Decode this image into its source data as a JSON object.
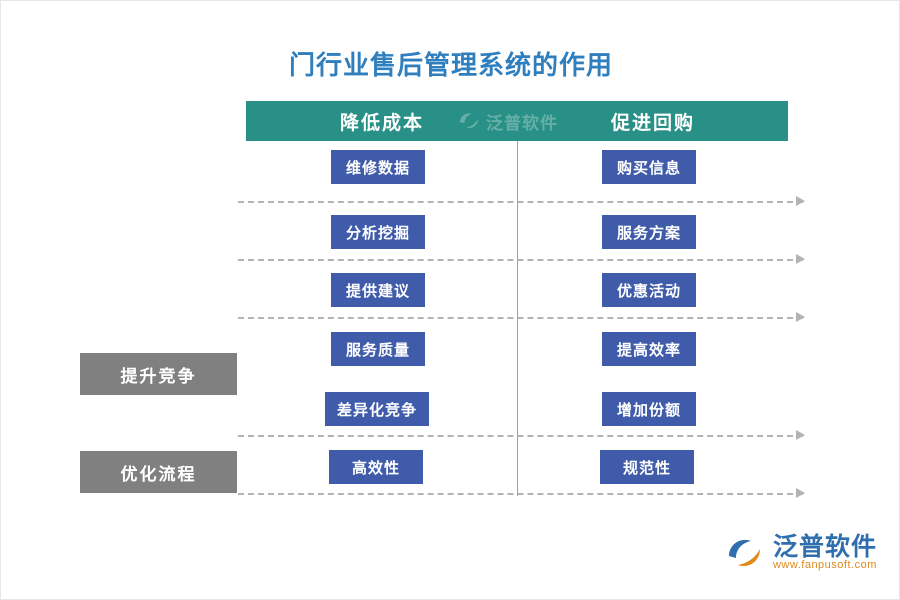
{
  "title": "门行业售后管理系统的作用",
  "columns": [
    {
      "id": "col-left",
      "header": "降低成本"
    },
    {
      "id": "col-right",
      "header": "促进回购"
    }
  ],
  "left_nodes": [
    {
      "label": "维修数据"
    },
    {
      "label": "分析挖掘"
    },
    {
      "label": "提供建议"
    },
    {
      "label": "服务质量"
    },
    {
      "label": "差异化竞争"
    },
    {
      "label": "高效性"
    }
  ],
  "right_nodes": [
    {
      "label": "购买信息"
    },
    {
      "label": "服务方案"
    },
    {
      "label": "优惠活动"
    },
    {
      "label": "提高效率"
    },
    {
      "label": "增加份额"
    },
    {
      "label": "规范性"
    }
  ],
  "side_boxes": [
    {
      "label": "提升竞争"
    },
    {
      "label": "优化流程"
    }
  ],
  "watermarks": {
    "header_text": "泛普软件",
    "logo_name": "泛普软件",
    "logo_url": "www.fanpusoft.com"
  },
  "colors": {
    "title": "#2f7fbf",
    "header_box": "#289086",
    "node_box": "#3f5ba9",
    "side_box": "#808080",
    "dash_line": "#b3b3b3",
    "logo_blue": "#2f6fae",
    "logo_orange": "#e08a1e"
  }
}
